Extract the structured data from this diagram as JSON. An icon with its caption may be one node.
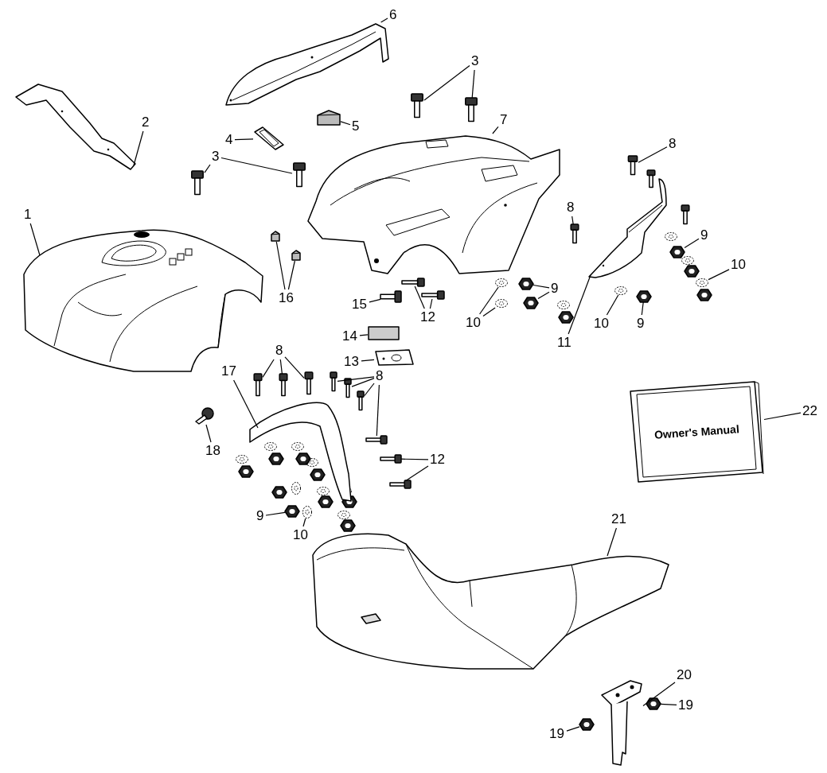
{
  "diagram": {
    "nodes": [
      {
        "text": [
          "1"
        ]
      },
      {
        "text": [],
        "shape": "picture"
      },
      {
        "text": [
          "2"
        ]
      },
      {
        "text": [],
        "shape": "picture"
      },
      {
        "text": [
          "3"
        ]
      },
      {
        "text": [],
        "shape": "picture"
      },
      {
        "text": [],
        "shape": "picture"
      },
      {
        "text": [
          "3"
        ]
      },
      {
        "text": [],
        "shape": "picture"
      },
      {
        "text": [],
        "shape": "picture"
      },
      {
        "text": [
          "4"
        ]
      },
      {
        "text": [],
        "shape": "picture"
      },
      {
        "text": [
          "5"
        ]
      },
      {
        "text": [],
        "shape": "picture"
      },
      {
        "text": [
          "6"
        ]
      },
      {
        "text": [],
        "shape": "picture"
      },
      {
        "text": [
          "7"
        ]
      },
      {
        "text": [],
        "shape": "picture"
      },
      {
        "text": [
          "8"
        ]
      },
      {
        "text": [],
        "shape": "picture"
      },
      {
        "text": [
          "8"
        ]
      },
      {
        "text": [],
        "shape": "picture"
      },
      {
        "text": [
          "9"
        ]
      },
      {
        "text": [],
        "shape": "picture"
      },
      {
        "text": [],
        "shape": "picture"
      },
      {
        "text": [
          "9"
        ]
      },
      {
        "text": [],
        "shape": "picture"
      },
      {
        "text": [
          "10"
        ]
      },
      {
        "text": [],
        "shape": "picture"
      },
      {
        "text": [],
        "shape": "picture"
      },
      {
        "text": [
          "10"
        ]
      },
      {
        "text": [],
        "shape": "picture"
      },
      {
        "text": [
          "9"
        ]
      },
      {
        "text": [],
        "shape": "picture"
      },
      {
        "text": [
          "10"
        ]
      },
      {
        "text": [],
        "shape": "picture"
      },
      {
        "text": [
          "11"
        ]
      },
      {
        "text": [],
        "shape": "picture"
      },
      {
        "text": [
          "12"
        ]
      },
      {
        "text": [],
        "shape": "picture"
      },
      {
        "text": [],
        "shape": "picture"
      },
      {
        "text": [
          "15"
        ]
      },
      {
        "text": [],
        "shape": "picture"
      },
      {
        "text": [
          "14"
        ]
      },
      {
        "text": [],
        "shape": "box"
      },
      {
        "text": [
          "13"
        ]
      },
      {
        "text": [],
        "shape": "picture"
      },
      {
        "text": [
          "16"
        ]
      },
      {
        "text": [],
        "shape": "picture"
      },
      {
        "text": [],
        "shape": "picture"
      },
      {
        "text": [
          "8"
        ]
      },
      {
        "text": [],
        "shape": "picture"
      },
      {
        "text": [],
        "shape": "picture"
      },
      {
        "text": [],
        "shape": "picture"
      },
      {
        "text": [
          "8"
        ]
      },
      {
        "text": [],
        "shape": "picture"
      },
      {
        "text": [],
        "shape": "picture"
      },
      {
        "text": [],
        "shape": "picture"
      },
      {
        "text": [],
        "shape": "picture"
      },
      {
        "text": [
          "12"
        ]
      },
      {
        "text": [],
        "shape": "picture"
      },
      {
        "text": [],
        "shape": "picture"
      },
      {
        "text": [
          "17"
        ]
      },
      {
        "text": [],
        "shape": "picture"
      },
      {
        "text": [
          "18"
        ]
      },
      {
        "text": [],
        "shape": "picture"
      },
      {
        "text": [
          "9"
        ]
      },
      {
        "text": [],
        "shape": "picture"
      },
      {
        "text": [
          "10"
        ]
      },
      {
        "text": [],
        "shape": "picture"
      },
      {
        "text": [
          "22"
        ]
      },
      {
        "text": [
          "Owner's Manual"
        ]
      },
      {
        "text": [
          "21"
        ]
      },
      {
        "text": [],
        "shape": "picture"
      },
      {
        "text": [
          "20"
        ]
      },
      {
        "text": [],
        "shape": "picture"
      },
      {
        "text": [
          "19"
        ]
      },
      {
        "text": [],
        "shape": "picture"
      },
      {
        "text": [
          "19"
        ]
      },
      {
        "text": [],
        "shape": "picture"
      }
    ],
    "edges": [
      {
        "from": 0,
        "to": 1,
        "arrow": "none"
      },
      {
        "from": 2,
        "to": 3,
        "arrow": "none"
      },
      {
        "from": 4,
        "to": 5,
        "arrow": "none"
      },
      {
        "from": 4,
        "to": 6,
        "arrow": "none"
      },
      {
        "from": 7,
        "to": 8,
        "arrow": "none"
      },
      {
        "from": 7,
        "to": 9,
        "arrow": "none"
      },
      {
        "from": 10,
        "to": 11,
        "arrow": "none"
      },
      {
        "from": 12,
        "to": 13,
        "arrow": "none"
      },
      {
        "from": 14,
        "to": 15,
        "arrow": "none"
      },
      {
        "from": 16,
        "to": 17,
        "arrow": "none"
      },
      {
        "from": 18,
        "to": 19,
        "arrow": "none"
      },
      {
        "from": 20,
        "to": 21,
        "arrow": "none"
      },
      {
        "from": 22,
        "to": 23,
        "arrow": "none"
      },
      {
        "from": 22,
        "to": 24,
        "arrow": "none"
      },
      {
        "from": 25,
        "to": 26,
        "arrow": "none"
      },
      {
        "from": 27,
        "to": 28,
        "arrow": "none"
      },
      {
        "from": 27,
        "to": 29,
        "arrow": "none"
      },
      {
        "from": 30,
        "to": 31,
        "arrow": "none"
      },
      {
        "from": 32,
        "to": 33,
        "arrow": "none"
      },
      {
        "from": 34,
        "to": 35,
        "arrow": "none"
      },
      {
        "from": 36,
        "to": 37,
        "arrow": "none"
      },
      {
        "from": 38,
        "to": 39,
        "arrow": "none"
      },
      {
        "from": 38,
        "to": 40,
        "arrow": "none"
      },
      {
        "from": 41,
        "to": 42,
        "arrow": "none"
      },
      {
        "from": 43,
        "to": 44,
        "arrow": "none"
      },
      {
        "from": 45,
        "to": 46,
        "arrow": "none"
      },
      {
        "from": 47,
        "to": 48,
        "arrow": "none"
      },
      {
        "from": 47,
        "to": 49,
        "arrow": "none"
      },
      {
        "from": 50,
        "to": 51,
        "arrow": "none"
      },
      {
        "from": 50,
        "to": 52,
        "arrow": "none"
      },
      {
        "from": 50,
        "to": 53,
        "arrow": "none"
      },
      {
        "from": 54,
        "to": 55,
        "arrow": "none"
      },
      {
        "from": 54,
        "to": 56,
        "arrow": "none"
      },
      {
        "from": 54,
        "to": 57,
        "arrow": "none"
      },
      {
        "from": 54,
        "to": 58,
        "arrow": "none"
      },
      {
        "from": 59,
        "to": 60,
        "arrow": "none"
      },
      {
        "from": 59,
        "to": 61,
        "arrow": "none"
      },
      {
        "from": 62,
        "to": 63,
        "arrow": "none"
      },
      {
        "from": 64,
        "to": 65,
        "arrow": "none"
      },
      {
        "from": 66,
        "to": 67,
        "arrow": "none"
      },
      {
        "from": 68,
        "to": 69,
        "arrow": "none"
      },
      {
        "from": 70,
        "to": 71,
        "arrow": "none"
      },
      {
        "from": 72,
        "to": 73,
        "arrow": "none"
      },
      {
        "from": 74,
        "to": 75,
        "arrow": "none"
      },
      {
        "from": 76,
        "to": 77,
        "arrow": "none"
      },
      {
        "from": 78,
        "to": 79,
        "arrow": "none"
      }
    ]
  }
}
